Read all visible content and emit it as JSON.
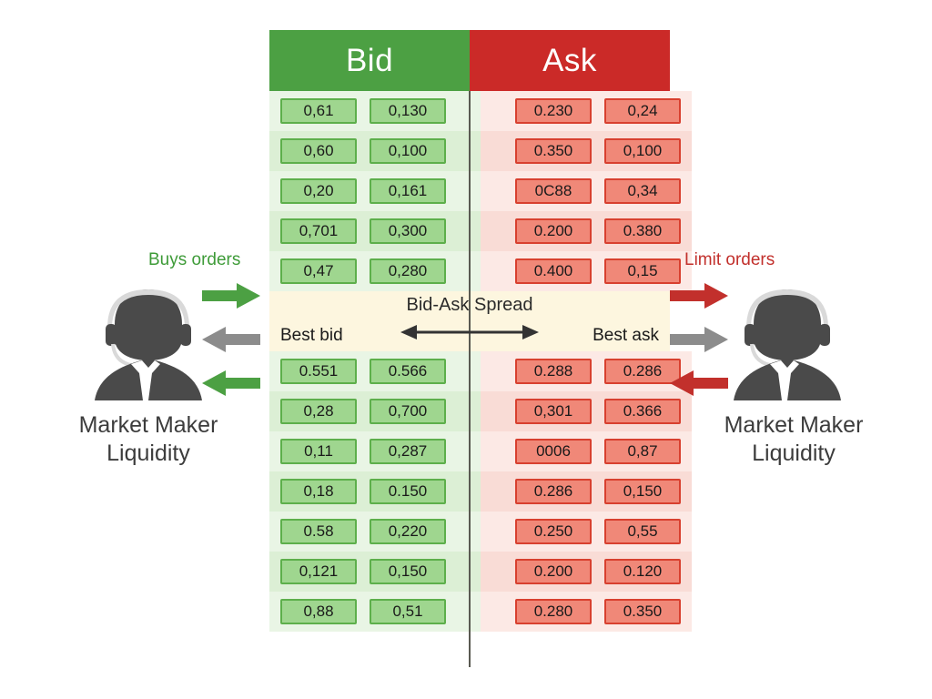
{
  "table": {
    "header": {
      "bid_label": "Bid",
      "ask_label": "Ask",
      "bid_color": "#4CA043",
      "ask_color": "#CB2A28"
    },
    "upper_rows": [
      {
        "bid": [
          "0,61",
          "0,130"
        ],
        "ask": [
          "0.230",
          "0,24"
        ]
      },
      {
        "bid": [
          "0,60",
          "0,100"
        ],
        "ask": [
          "0.350",
          "0,100"
        ]
      },
      {
        "bid": [
          "0,20",
          "0,161"
        ],
        "ask": [
          "0C88",
          "0,34"
        ]
      },
      {
        "bid": [
          "0,701",
          "0,300"
        ],
        "ask": [
          "0.200",
          "0.380"
        ]
      },
      {
        "bid": [
          "0,47",
          "0,280"
        ],
        "ask": [
          "0.400",
          "0,15"
        ]
      }
    ],
    "lower_rows": [
      {
        "bid": [
          "0.551",
          "0.566"
        ],
        "ask": [
          "0.288",
          "0.286"
        ]
      },
      {
        "bid": [
          "0,28",
          "0,700"
        ],
        "ask": [
          "0,301",
          "0.366"
        ]
      },
      {
        "bid": [
          "0,11",
          "0,287"
        ],
        "ask": [
          "0006",
          "0,87"
        ]
      },
      {
        "bid": [
          "0,18",
          "0.150"
        ],
        "ask": [
          "0.286",
          "0,150"
        ]
      },
      {
        "bid": [
          "0.58",
          "0,220"
        ],
        "ask": [
          "0.250",
          "0,55"
        ]
      },
      {
        "bid": [
          "0,121",
          "0,150"
        ],
        "ask": [
          "0.200",
          "0.120"
        ]
      },
      {
        "bid": [
          "0,88",
          "0,51"
        ],
        "ask": [
          "0.280",
          "0.350"
        ]
      }
    ]
  },
  "spread": {
    "title": "Bid-Ask Spread",
    "best_bid_label": "Best bid",
    "best_ask_label": "Best ask",
    "band_color": "#FDF6DF"
  },
  "left_side": {
    "orders_label": "Buys orders",
    "orders_label_color": "#3E9B38",
    "caption_line1": "Market Maker",
    "caption_line2": "Liquidity",
    "arrow_colors": [
      "#4CA043",
      "#8C8C8C",
      "#4CA043"
    ]
  },
  "right_side": {
    "orders_label": "Limit orders",
    "orders_label_color": "#C2302C",
    "caption_line1": "Market Maker",
    "caption_line2": "Liquidity",
    "arrow_colors": [
      "#C2302C",
      "#8C8C8C",
      "#C2302C"
    ]
  }
}
